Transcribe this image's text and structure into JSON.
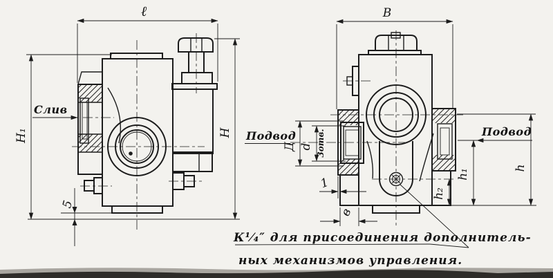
{
  "views": {
    "left": {
      "dim_length": "ℓ",
      "dim_height_total": "Н",
      "dim_height_1": "Н₁",
      "dim_base_gap": "5",
      "label_drain": "Слив"
    },
    "right": {
      "dim_width": "В",
      "label_supply_left": "Подвод",
      "label_supply_right": "Подвод",
      "dim_flange": "Д",
      "dim_port": "d",
      "label_holes": "3отв.",
      "dim_offset": "1",
      "dim_foot": "в",
      "dim_h": "h",
      "dim_h1": "h₁",
      "dim_h2": "h₂"
    }
  },
  "note": {
    "line1": "К¹⁄₄″ для присоединения дополнитель-",
    "line2": "ных механизмов управления."
  },
  "colors": {
    "paper": "#f3f2ee",
    "ink": "#1c1c1c"
  }
}
